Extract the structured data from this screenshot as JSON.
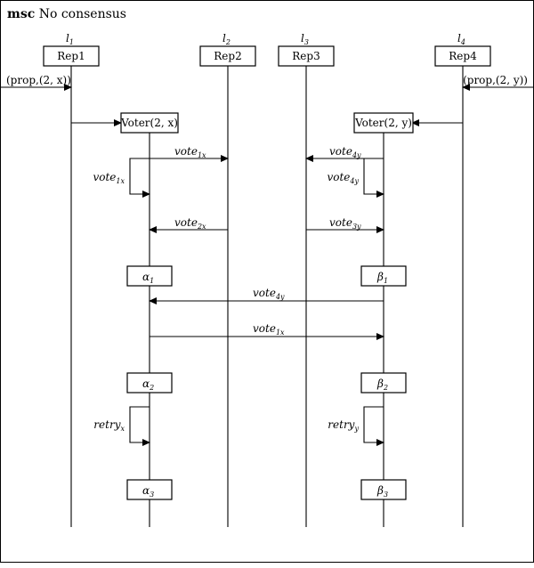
{
  "title": {
    "keyword": "msc",
    "text": "No consensus"
  },
  "instances": [
    {
      "id": "l1",
      "label": "l",
      "sub": "1",
      "box": "Rep1"
    },
    {
      "id": "l2",
      "label": "l",
      "sub": "2",
      "box": "Rep2"
    },
    {
      "id": "l3",
      "label": "l",
      "sub": "3",
      "box": "Rep3"
    },
    {
      "id": "l4",
      "label": "l",
      "sub": "4",
      "box": "Rep4"
    }
  ],
  "voters": [
    {
      "id": "voter-x",
      "label": "Voter(2, x)"
    },
    {
      "id": "voter-y",
      "label": "Voter(2, y)"
    }
  ],
  "external_messages": [
    {
      "id": "prop-x",
      "label": "(prop,(2, x))"
    },
    {
      "id": "prop-y",
      "label": "(prop,(2, y))"
    }
  ],
  "messages": [
    {
      "id": "m1",
      "base": "vote",
      "sub": "1x"
    },
    {
      "id": "m2",
      "base": "vote",
      "sub": "4y"
    },
    {
      "id": "m3",
      "base": "vote",
      "sub": "1x"
    },
    {
      "id": "m4",
      "base": "vote",
      "sub": "4y"
    },
    {
      "id": "m5",
      "base": "vote",
      "sub": "2x"
    },
    {
      "id": "m6",
      "base": "vote",
      "sub": "3y"
    },
    {
      "id": "m7",
      "base": "vote",
      "sub": "4y"
    },
    {
      "id": "m8",
      "base": "vote",
      "sub": "1x"
    },
    {
      "id": "m9",
      "base": "retry",
      "sub": "x"
    },
    {
      "id": "m10",
      "base": "retry",
      "sub": "y"
    }
  ],
  "states": [
    {
      "id": "a1",
      "greek": "α",
      "sub": "1"
    },
    {
      "id": "b1",
      "greek": "β",
      "sub": "1"
    },
    {
      "id": "a2",
      "greek": "α",
      "sub": "2"
    },
    {
      "id": "b2",
      "greek": "β",
      "sub": "2"
    },
    {
      "id": "a3",
      "greek": "α",
      "sub": "3"
    },
    {
      "id": "b3",
      "greek": "β",
      "sub": "3"
    }
  ]
}
